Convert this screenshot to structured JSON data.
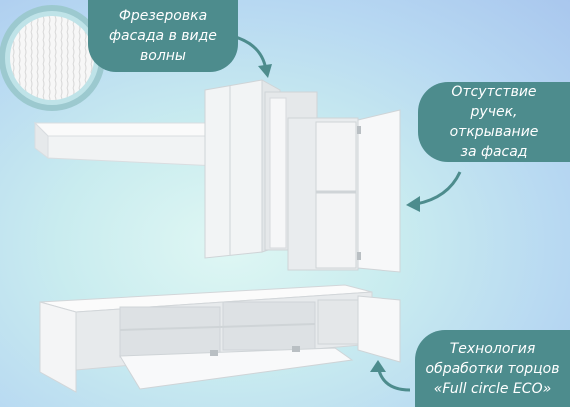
{
  "callouts": {
    "milling": "Фрезеровка\nфасада в виде\nволны",
    "handles": "Отсутствие ручек,\nоткрывание\nза фасад",
    "edges": "Технология\nобработки торцов\n«Full circle ECO»"
  },
  "colors": {
    "accent": "#4d8c8d",
    "furniture": "#f4f5f6"
  },
  "icons": {
    "texture": "wave-texture-swatch"
  }
}
